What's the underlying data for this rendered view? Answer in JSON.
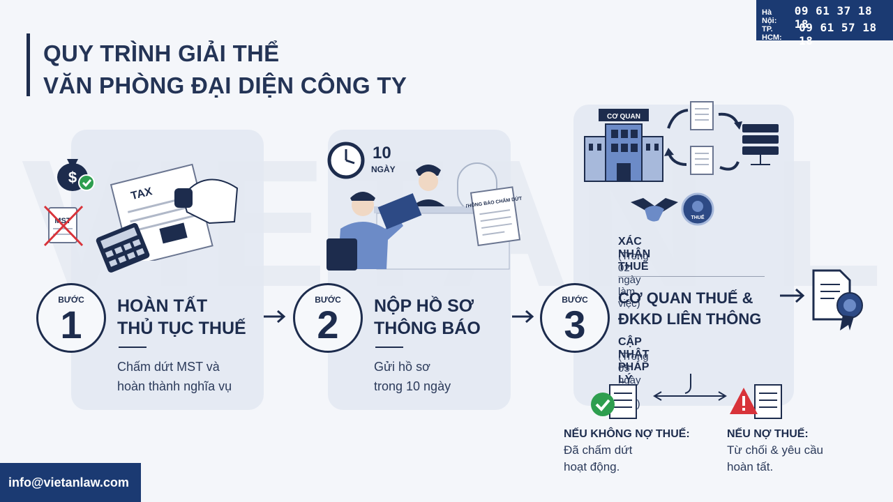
{
  "contact": {
    "hanoi_label": "Hà Nội:",
    "hanoi_phone": "09 61 37 18 18",
    "hcm_label": "TP. HCM:",
    "hcm_phone": "09 61 57 18 18"
  },
  "title": {
    "line1": "QUY TRÌNH GIẢI THỂ",
    "line2": "VĂN PHÒNG ĐẠI DIỆN CÔNG TY"
  },
  "watermark": {
    "text": "VIETAN LAW"
  },
  "illustrations": {
    "tax_label": "TAX",
    "mst_label": "MST",
    "days_number": "10",
    "days_label": "NGÀY",
    "notice_doc": "THÔNG BÁO CHẤM DỨT",
    "agency_label": "CƠ QUAN",
    "seal_label": "THUẾ"
  },
  "steps": [
    {
      "label": "BƯỚC",
      "number": "1",
      "title_line1": "HOÀN TẤT",
      "title_line2": "THỦ TỤC THUẾ",
      "desc_line1": "Chấm dứt MST và",
      "desc_line2": "hoàn thành nghĩa vụ"
    },
    {
      "label": "BƯỚC",
      "number": "2",
      "title_line1": "NỘP HỒ SƠ",
      "title_line2": "THÔNG BÁO",
      "desc_line1": "Gửi hồ sơ",
      "desc_line2": "trong 10 ngày"
    },
    {
      "label": "BƯỚC",
      "number": "3",
      "title_line1": "CƠ QUAN THUẾ &",
      "title_line2": "ĐKKD LIÊN THÔNG",
      "tax_confirm_title": "XÁC NHẬN THUẾ",
      "tax_confirm_sub": "(Trong 02 ngày làm việc)",
      "update_title": "CẬP NHẬT PHÁP LÝ",
      "update_sub": "(Trong 05 ngày làm việc)"
    }
  ],
  "outcomes": [
    {
      "title": "NẾU KHÔNG NỢ THUẾ:",
      "line1": "Đã chấm dứt",
      "line2": "hoạt động."
    },
    {
      "title": "NẾU NỢ THUẾ:",
      "line1": "Từ chối & yêu cầu",
      "line2": "hoàn tất."
    }
  ],
  "email": "info@vietanlaw.com",
  "colors": {
    "navy": "#1d2c4d",
    "brand_blue": "#1b3a72",
    "card": "#e3e9f2",
    "success": "#2e9e4f",
    "danger": "#d8333a"
  }
}
